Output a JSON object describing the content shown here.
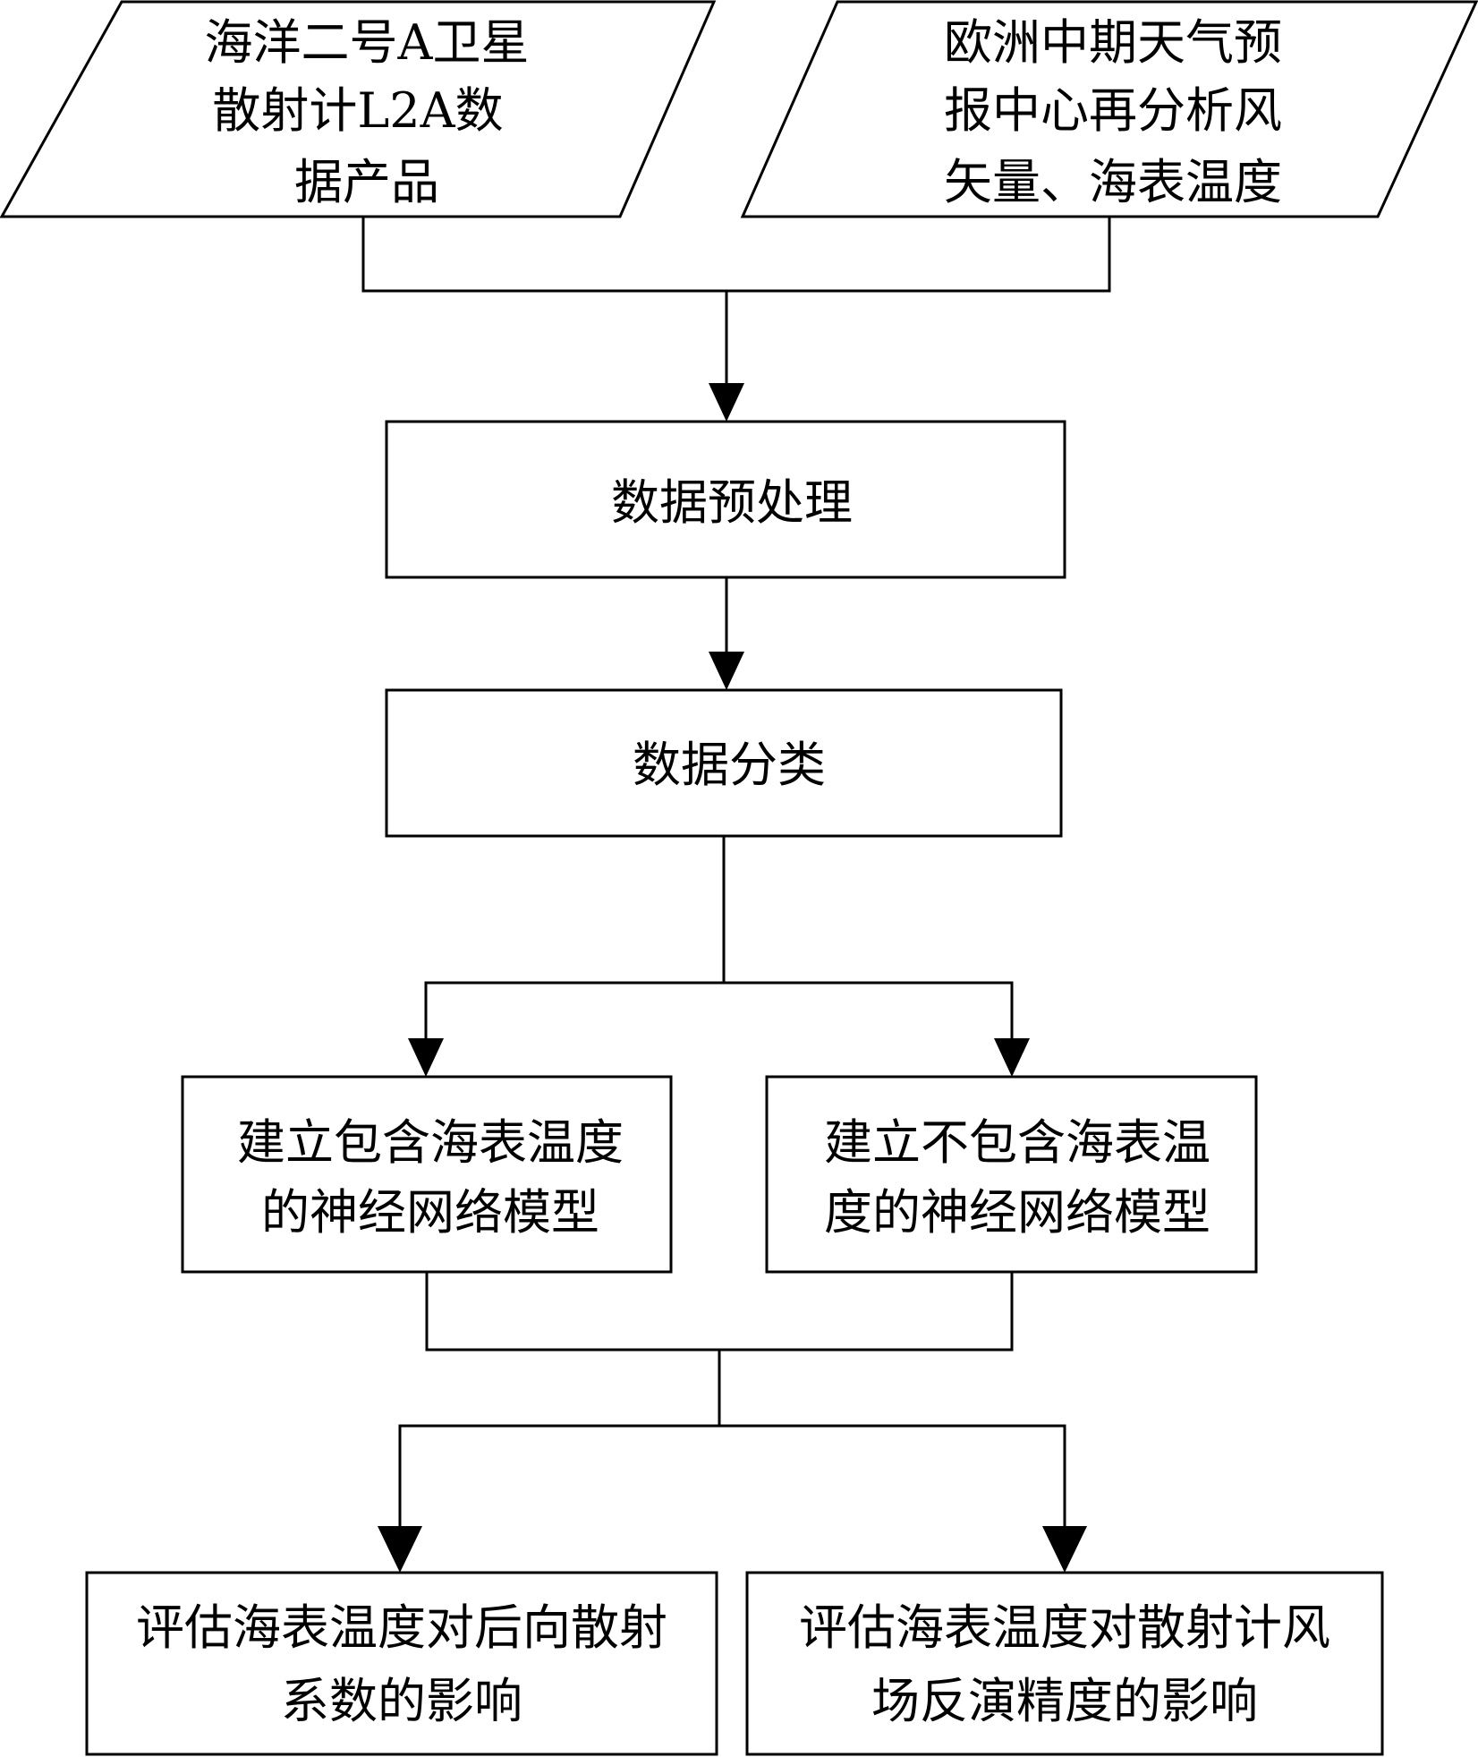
{
  "nodes": {
    "input_hy2a": {
      "lines": [
        "海洋二号A卫星",
        "散射计L2A数",
        "据产品"
      ]
    },
    "input_ecmwf": {
      "lines": [
        "欧洲中期天气预",
        "报中心再分析风",
        "矢量、海表温度"
      ]
    },
    "preprocess": {
      "lines": [
        "数据预处理"
      ]
    },
    "classify": {
      "lines": [
        "数据分类"
      ]
    },
    "model_with_sst": {
      "lines": [
        "建立包含海表温度",
        "的神经网络模型"
      ]
    },
    "model_without_sst": {
      "lines": [
        "建立不包含海表温",
        "度的神经网络模型"
      ]
    },
    "eval_backscatter": {
      "lines": [
        "评估海表温度对后向散射",
        "系数的影响"
      ]
    },
    "eval_wind_retrieval": {
      "lines": [
        "评估海表温度对散射计风",
        "场反演精度的影响"
      ]
    }
  }
}
